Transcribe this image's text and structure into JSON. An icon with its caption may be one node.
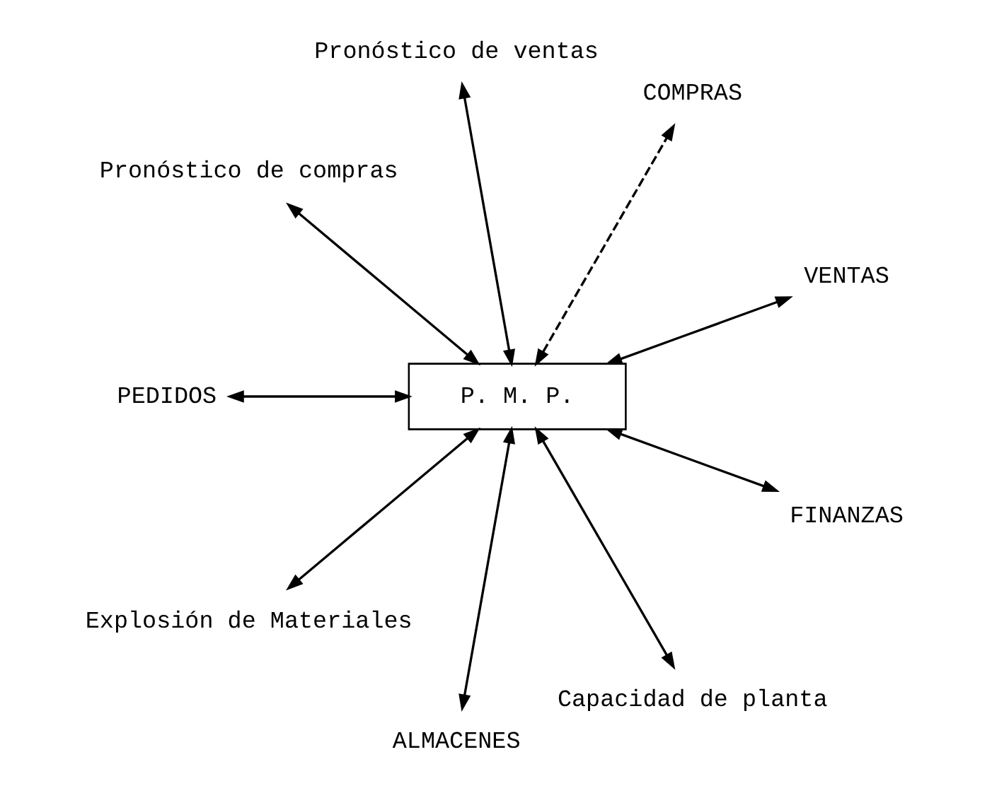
{
  "diagram": {
    "nodes": [
      {
        "text": [
          "VENTAS"
        ]
      },
      {
        "text": [
          "COMPRAS"
        ]
      },
      {
        "text": [
          "Pronóstico de ventas"
        ]
      },
      {
        "text": [
          "P. M. P."
        ]
      },
      {
        "text": [
          "Pronóstico de compras"
        ]
      },
      {
        "text": [
          "PEDIDOS"
        ]
      },
      {
        "text": [
          "Explosión de Materiales"
        ]
      },
      {
        "text": [
          "ALMACENES"
        ]
      },
      {
        "text": [
          "Capacidad de planta"
        ]
      },
      {
        "text": [
          "FINANZAS"
        ]
      }
    ],
    "edges": [
      {
        "from": 3,
        "to": 0,
        "arrow": "both"
      },
      {
        "from": 3,
        "to": 1,
        "arrow": "both",
        "style": "dashed"
      },
      {
        "from": 3,
        "to": 2,
        "arrow": "both"
      },
      {
        "from": 3,
        "to": 4,
        "arrow": "both"
      },
      {
        "from": 3,
        "to": 5,
        "arrow": "both"
      },
      {
        "from": 3,
        "to": 6,
        "arrow": "both"
      },
      {
        "from": 3,
        "to": 7,
        "arrow": "both"
      },
      {
        "from": 3,
        "to": 8,
        "arrow": "both"
      },
      {
        "from": 3,
        "to": 9,
        "arrow": "both"
      }
    ]
  }
}
